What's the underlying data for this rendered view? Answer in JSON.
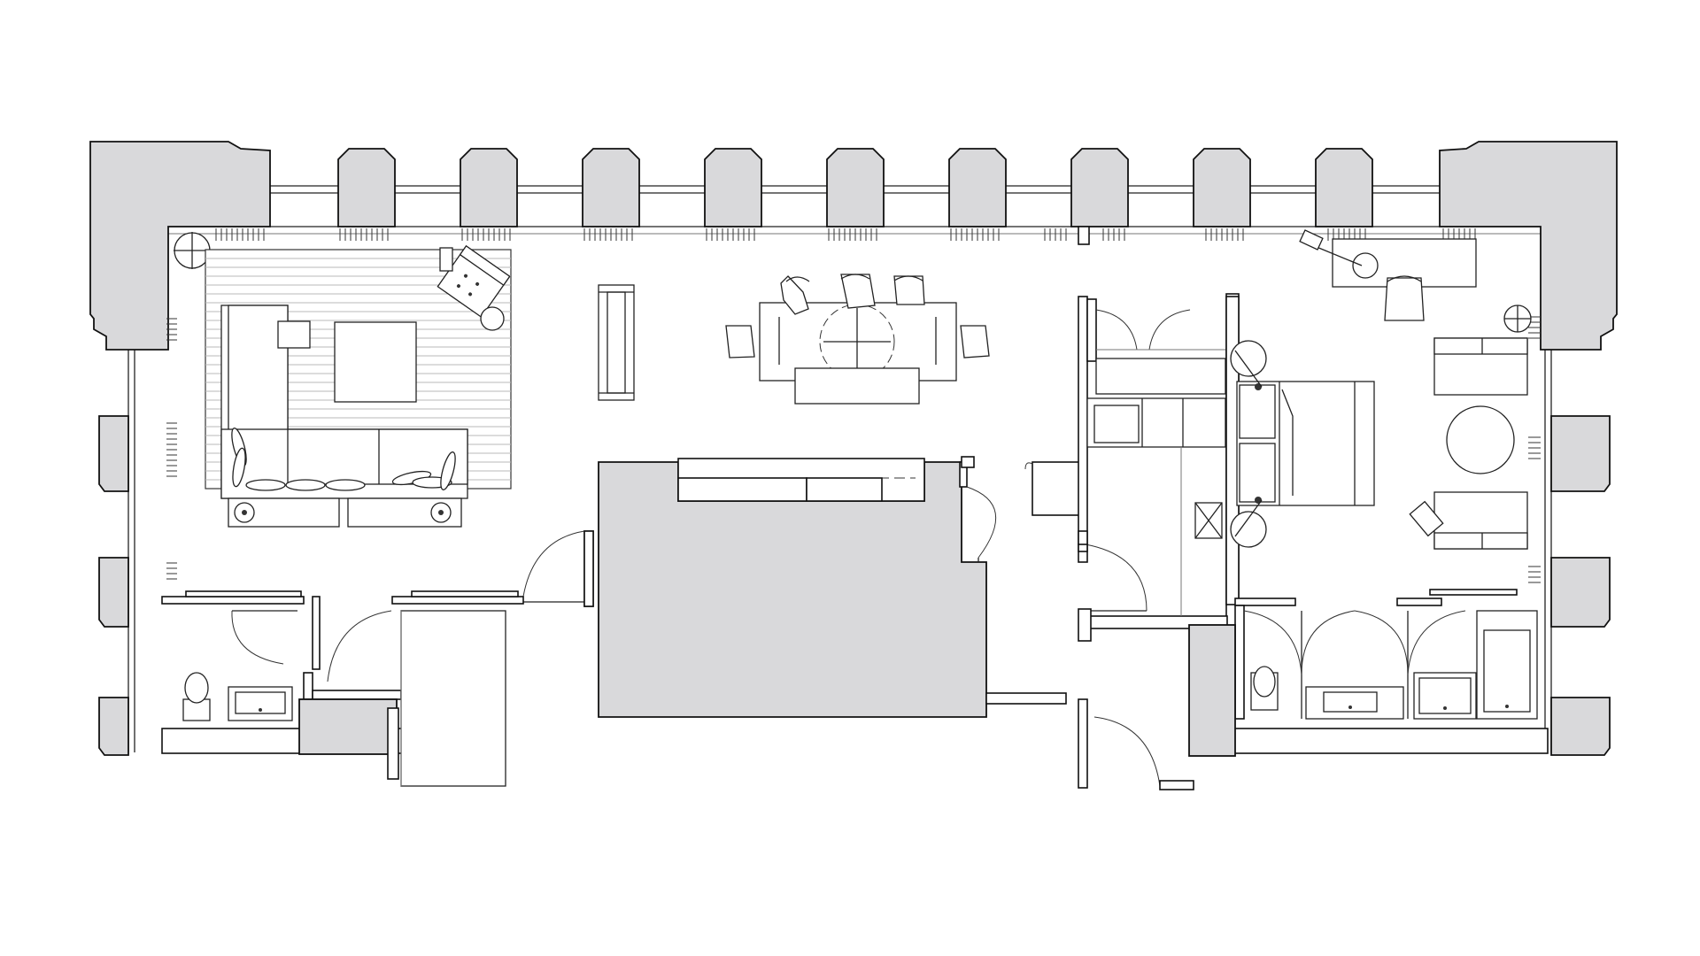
{
  "drawing": {
    "kind": "architectural floor plan",
    "text_labels": [],
    "colors": {
      "wall_fill": "#d9d9db",
      "line": "#111111",
      "background": "#ffffff"
    }
  },
  "rooms": [
    {
      "name": "living-room",
      "furniture": [
        "l-shaped-sofa",
        "striped-rug",
        "coffee-table",
        "lounge-chair",
        "floor-lamp",
        "side-table",
        "ottomans"
      ]
    },
    {
      "name": "dining-area",
      "furniture": [
        "dining-table",
        "dining-chairs-6",
        "round-table-overlay",
        "bench",
        "console"
      ]
    },
    {
      "name": "kitchen",
      "furniture": [
        "counter",
        "cabinets",
        "sink"
      ]
    },
    {
      "name": "bedroom",
      "furniture": [
        "double-bed",
        "nightstands",
        "desk",
        "desk-chair",
        "desk-lamp",
        "sofas-2",
        "round-table"
      ]
    },
    {
      "name": "bathroom-west",
      "furniture": [
        "toilet",
        "vanity-sink"
      ]
    },
    {
      "name": "bathroom-east",
      "furniture": [
        "toilet",
        "vanity-sink",
        "shower",
        "bathtub"
      ]
    },
    {
      "name": "core",
      "furniture": []
    }
  ]
}
